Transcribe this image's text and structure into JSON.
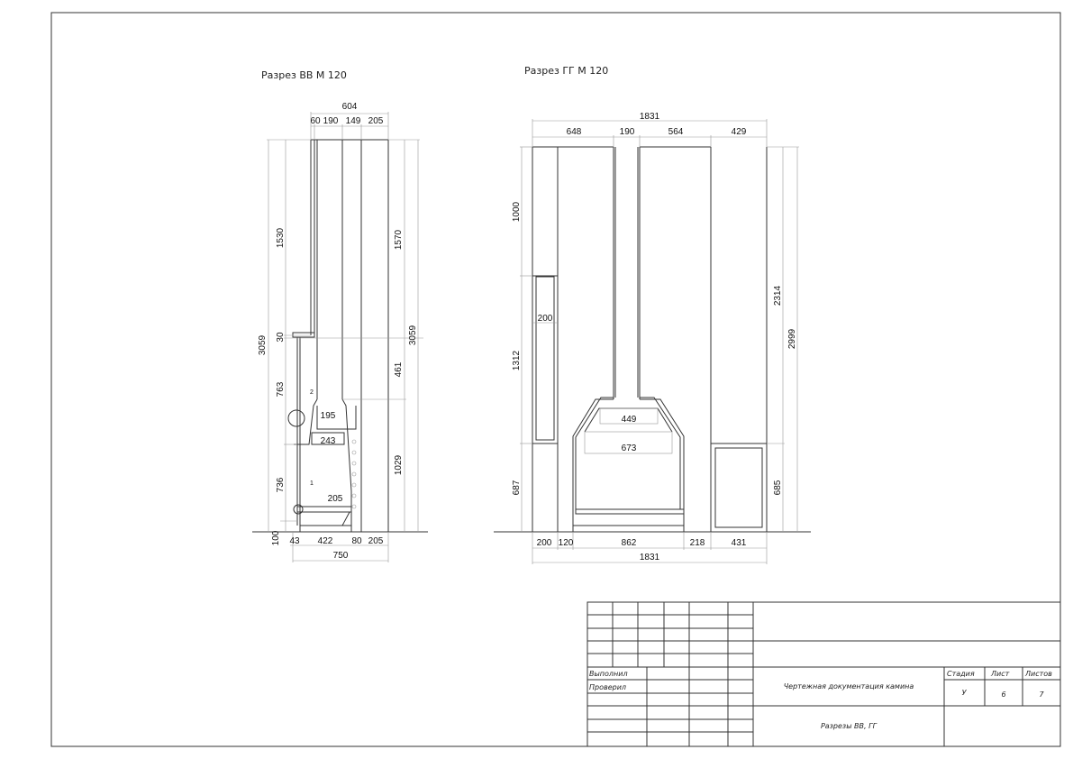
{
  "sections": {
    "left": {
      "title": "Разрез ВВ М 120",
      "dims_top": {
        "total": "604",
        "d1": "60",
        "d2": "190",
        "d3": "149",
        "d4": "205"
      },
      "dims_left": {
        "total": "3059",
        "upper": "1530",
        "shelf": "30",
        "mid": "763",
        "low": "736",
        "base": "100"
      },
      "dims_right": {
        "upper": "1570",
        "total": "3059",
        "mid": "461",
        "low": "1029"
      },
      "dims_inner": {
        "hood_top": "195",
        "hood_bottom": "243",
        "grate": "205",
        "callout1": "1",
        "callout2": "2"
      },
      "dims_bottom": {
        "d1": "43",
        "d2": "422",
        "d3": "80",
        "d4": "205",
        "total": "750"
      }
    },
    "right": {
      "title": "Разрез ГГ М 120",
      "dims_top": {
        "total": "1831",
        "d1": "648",
        "d2": "190",
        "d3": "564",
        "d4": "429"
      },
      "dims_left": {
        "upper": "1000",
        "niche": "1312",
        "low": "687"
      },
      "dims_right": {
        "upper": "2314",
        "total": "2999",
        "low": "685"
      },
      "dims_inner": {
        "niche_w": "200",
        "hood_top": "449",
        "hood_bottom": "673"
      },
      "dims_bottom": {
        "d1": "200",
        "d2": "120",
        "d3": "862",
        "d4": "218",
        "d5": "431",
        "total": "1831"
      }
    }
  },
  "title_block": {
    "made_by": "Выполнил",
    "checked_by": "Проверил",
    "project": "Чертежная документация камина",
    "sheet_title": "Разрезы ВВ, ГГ",
    "stage_label": "Стадия",
    "sheet_label": "Лист",
    "sheets_label": "Листов",
    "stage": "У",
    "sheet": "6",
    "sheets": "7"
  }
}
